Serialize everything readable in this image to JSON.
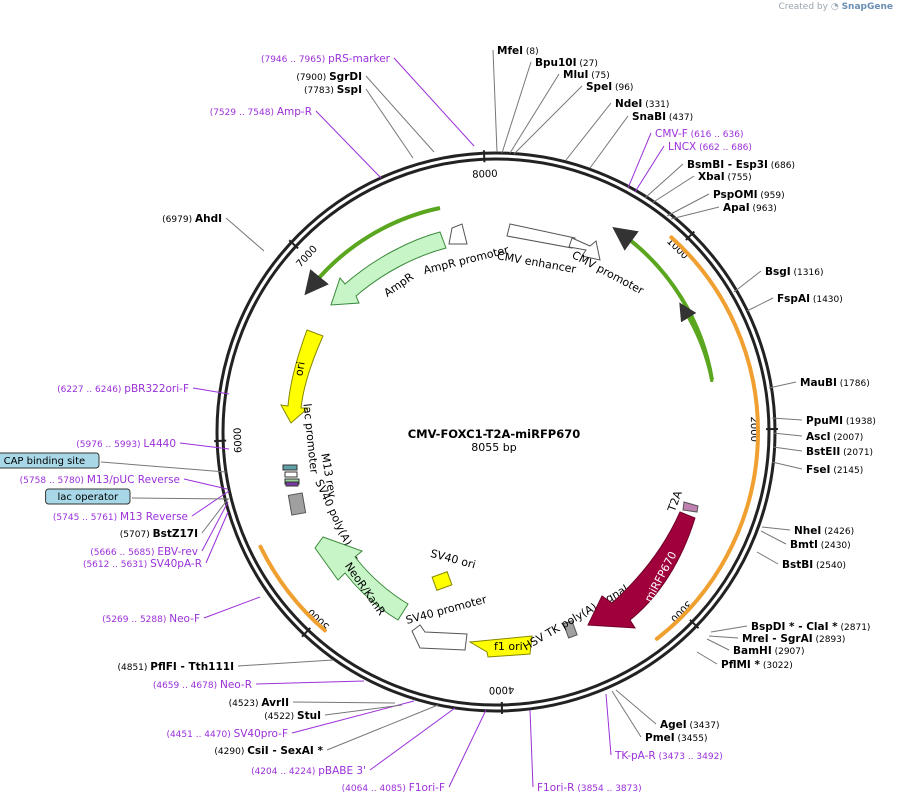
{
  "credit": {
    "prefix": "Created by",
    "brand": "SnapGene"
  },
  "plasmid": {
    "name": "CMV-FOXC1-T2A-miRFP670",
    "length_label": "8055 bp",
    "length": 8055
  },
  "ticks": [
    "1000",
    "2000",
    "3000",
    "4000",
    "5000",
    "6000",
    "7000",
    "8000"
  ],
  "colors": {
    "enzyme": "#000000",
    "primer": "#9b30d9",
    "backbone": "#222222",
    "orf_orange": "#f0a030",
    "orf_green": "#5aa61e",
    "ori_yellow": "#ffff00",
    "feature_green": "#c8f5c8",
    "mirfp": "#a0003c",
    "misc_blue": "#a8d8e8"
  },
  "labels": [
    {
      "name": "MfeI",
      "pos": "(8)",
      "type": "enzyme"
    },
    {
      "name": "Bpu10I",
      "pos": "(27)",
      "type": "enzyme"
    },
    {
      "name": "MluI",
      "pos": "(75)",
      "type": "enzyme"
    },
    {
      "name": "SpeI",
      "pos": "(96)",
      "type": "enzyme"
    },
    {
      "name": "NdeI",
      "pos": "(331)",
      "type": "enzyme"
    },
    {
      "name": "SnaBI",
      "pos": "(437)",
      "type": "enzyme"
    },
    {
      "name": "CMV-F",
      "pos": "(616 .. 636)",
      "type": "primer"
    },
    {
      "name": "LNCX",
      "pos": "(662 .. 686)",
      "type": "primer"
    },
    {
      "name": "BsmBI",
      "extra": "- Esp3I",
      "pos": "(686)",
      "type": "enzyme"
    },
    {
      "name": "XbaI",
      "pos": "(755)",
      "type": "enzyme"
    },
    {
      "name": "PspOMI",
      "pos": "(959)",
      "type": "enzyme"
    },
    {
      "name": "ApaI",
      "pos": "(963)",
      "type": "enzyme"
    },
    {
      "name": "BsgI",
      "pos": "(1316)",
      "type": "enzyme"
    },
    {
      "name": "FspAI",
      "pos": "(1430)",
      "type": "enzyme"
    },
    {
      "name": "MauBI",
      "pos": "(1786)",
      "type": "enzyme"
    },
    {
      "name": "PpuMI",
      "pos": "(1938)",
      "type": "enzyme"
    },
    {
      "name": "AscI",
      "pos": "(2007)",
      "type": "enzyme"
    },
    {
      "name": "BstEII",
      "pos": "(2071)",
      "type": "enzyme"
    },
    {
      "name": "FseI",
      "pos": "(2145)",
      "type": "enzyme"
    },
    {
      "name": "NheI",
      "pos": "(2426)",
      "type": "enzyme"
    },
    {
      "name": "BmtI",
      "pos": "(2430)",
      "type": "enzyme"
    },
    {
      "name": "BstBI",
      "pos": "(2540)",
      "type": "enzyme"
    },
    {
      "name": "BspDI *",
      "extra": "- ClaI *",
      "pos": "(2871)",
      "type": "enzyme"
    },
    {
      "name": "MreI",
      "extra": "- SgrAI",
      "pos": "(2893)",
      "type": "enzyme"
    },
    {
      "name": "BamHI",
      "pos": "(2907)",
      "type": "enzyme"
    },
    {
      "name": "PflMI *",
      "pos": "(3022)",
      "type": "enzyme"
    },
    {
      "name": "AgeI",
      "pos": "(3437)",
      "type": "enzyme"
    },
    {
      "name": "PmeI",
      "pos": "(3455)",
      "type": "enzyme"
    },
    {
      "name": "TK-pA-R",
      "pos": "(3473 .. 3492)",
      "type": "primer"
    },
    {
      "name": "F1ori-R",
      "pos": "(3854 .. 3873)",
      "type": "primer"
    },
    {
      "name": "F1ori-F",
      "pos": "(4064 .. 4085)",
      "type": "primer"
    },
    {
      "name": "pBABE 3'",
      "pos": "(4204 .. 4224)",
      "type": "primer"
    },
    {
      "name": "CsiI",
      "extra": "- SexAI *",
      "pos": "(4290)",
      "type": "enzyme"
    },
    {
      "name": "SV40pro-F",
      "pos": "(4451 .. 4470)",
      "type": "primer"
    },
    {
      "name": "StuI",
      "pos": "(4522)",
      "type": "enzyme"
    },
    {
      "name": "AvrII",
      "pos": "(4523)",
      "type": "enzyme"
    },
    {
      "name": "Neo-R",
      "pos": "(4659 .. 4678)",
      "type": "primer"
    },
    {
      "name": "PflFI",
      "extra": "- Tth111I",
      "pos": "(4851)",
      "type": "enzyme"
    },
    {
      "name": "Neo-F",
      "pos": "(5269 .. 5288)",
      "type": "primer"
    },
    {
      "name": "SV40pA-R",
      "pos": "(5612 .. 5631)",
      "type": "primer"
    },
    {
      "name": "EBV-rev",
      "pos": "(5666 .. 5685)",
      "type": "primer"
    },
    {
      "name": "BstZ17I",
      "pos": "(5707)",
      "type": "enzyme"
    },
    {
      "name": "M13 Reverse",
      "pos": "(5745 .. 5761)",
      "type": "primer"
    },
    {
      "name": "lac operator",
      "type": "box"
    },
    {
      "name": "M13/pUC Reverse",
      "pos": "(5758 .. 5780)",
      "type": "primer"
    },
    {
      "name": "CAP binding site",
      "type": "box"
    },
    {
      "name": "L4440",
      "pos": "(5976 .. 5993)",
      "type": "primer"
    },
    {
      "name": "pBR322ori-F",
      "pos": "(6227 .. 6246)",
      "type": "primer"
    },
    {
      "name": "AhdI",
      "pos": "(6979)",
      "type": "enzyme"
    },
    {
      "name": "Amp-R",
      "pos": "(7529 .. 7548)",
      "type": "primer"
    },
    {
      "name": "SspI",
      "pos": "(7783)",
      "type": "enzyme"
    },
    {
      "name": "SgrDI",
      "pos": "(7900)",
      "type": "enzyme"
    },
    {
      "name": "pRS-marker",
      "pos": "(7946 .. 7965)",
      "type": "primer"
    }
  ],
  "features": {
    "cmv_enhancer": "CMV enhancer",
    "cmv_promoter": "CMV promoter",
    "ampr_promoter": "AmpR promoter",
    "ampr": "AmpR",
    "ori": "ori",
    "lac_promoter": "lac promoter",
    "m13_rev": "M13 rev",
    "sv40_polya": "SV40 poly(A) signal",
    "neo": "NeoR/KanR",
    "sv40_promoter": "SV40 promoter",
    "sv40_ori": "SV40 ori",
    "f1_ori": "f1 ori",
    "hsv_tk": "HSV TK poly(A) signal",
    "mirfp": "miRFP670",
    "t2a": "T2A"
  }
}
